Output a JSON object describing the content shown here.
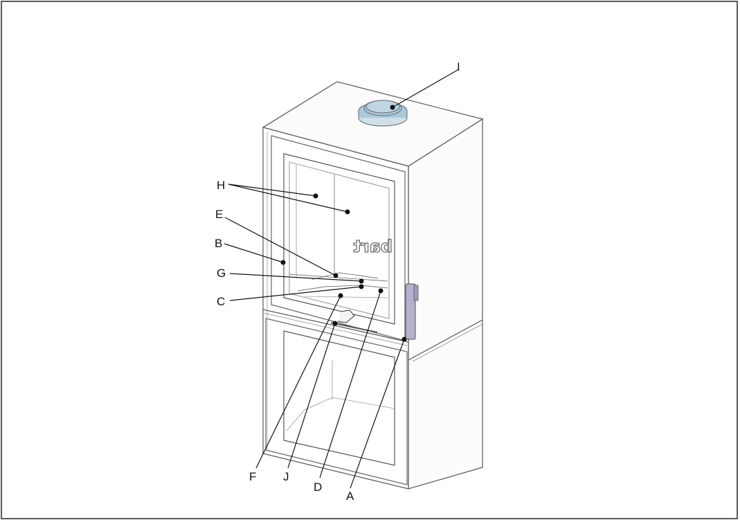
{
  "diagram": {
    "brand_text": "bart",
    "callouts": [
      {
        "id": "H",
        "label": "H"
      },
      {
        "id": "E",
        "label": "E"
      },
      {
        "id": "B",
        "label": "B"
      },
      {
        "id": "G",
        "label": "G"
      },
      {
        "id": "C",
        "label": "C"
      },
      {
        "id": "I",
        "label": "I"
      },
      {
        "id": "F",
        "label": "F"
      },
      {
        "id": "J",
        "label": "J"
      },
      {
        "id": "D",
        "label": "D"
      },
      {
        "id": "A",
        "label": "A"
      }
    ]
  },
  "colors": {
    "outline": "#555555",
    "leader": "#111111",
    "flue": "#a9c8dc",
    "handle": "#b3b1cf"
  }
}
